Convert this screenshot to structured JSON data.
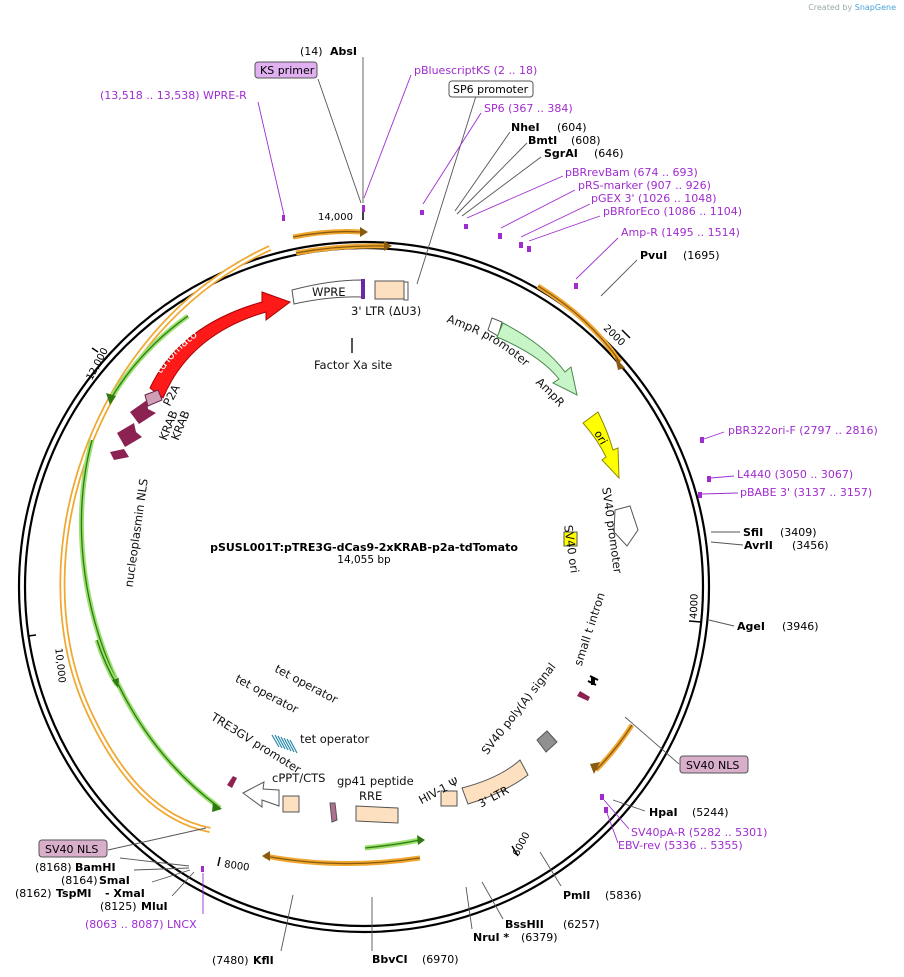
{
  "credit": {
    "prefix": "Created by",
    "brand": "SnapGene"
  },
  "plasmid": {
    "name": "pSUSL001T:pTRE3G-dCas9-2xKRAB-p2a-tdTomato",
    "length": "14,055 bp"
  },
  "ruler": {
    "t14000": "14,000",
    "t2000": "2000",
    "t4000": "4000",
    "t6000": "6000",
    "t8000": "8000",
    "t10000": "10,000",
    "t12000": "12,000"
  },
  "enzymes": {
    "absi": {
      "name": "AbsI",
      "pos": "(14)"
    },
    "nhei": {
      "name": "NheI",
      "pos": "(604)"
    },
    "bmti": {
      "name": "BmtI",
      "pos": "(608)"
    },
    "sgrai": {
      "name": "SgrAI",
      "pos": "(646)"
    },
    "pvui": {
      "name": "PvuI",
      "pos": "(1695)"
    },
    "sfii": {
      "name": "SfiI",
      "pos": "(3409)"
    },
    "avrii": {
      "name": "AvrII",
      "pos": "(3456)"
    },
    "agei": {
      "name": "AgeI",
      "pos": "(3946)"
    },
    "hpai": {
      "name": "HpaI",
      "pos": "(5244)"
    },
    "pmli": {
      "name": "PmlI",
      "pos": "(5836)"
    },
    "bsshii": {
      "name": "BssHII",
      "pos": "(6257)"
    },
    "nrui": {
      "name": "NruI *",
      "pos": "(6379)"
    },
    "bbvci": {
      "name": "BbvCI",
      "pos": "(6970)"
    },
    "kfli": {
      "name": "KflI",
      "pos": "(7480)"
    },
    "mlui": {
      "name": "MluI",
      "pos": "(8125)"
    },
    "tspmi": {
      "name": "TspMI",
      "pos": "(8162)"
    },
    "xmai": {
      "name": "- XmaI",
      "pos": ""
    },
    "smai": {
      "name": "SmaI",
      "pos": "(8164)"
    },
    "bamhi": {
      "name": "BamHI",
      "pos": "(8168)"
    }
  },
  "primers": {
    "pbluescriptks": "pBluescriptKS    (2 .. 18)",
    "sp6": "SP6    (367 .. 384)",
    "pbrrevbam": "pBRrevBam    (674 .. 693)",
    "prsmarker": "pRS-marker    (907 .. 926)",
    "pgex3": "pGEX 3'    (1026 .. 1048)",
    "pbrforeco": "pBRforEco    (1086 .. 1104)",
    "ampr": "Amp-R    (1495 .. 1514)",
    "pbr322ori": "pBR322ori-F    (2797 .. 2816)",
    "l4440": "L4440    (3050 .. 3067)",
    "pbabe3": "pBABE 3'    (3137 .. 3157)",
    "sv40par": "SV40pA-R    (5282 .. 5301)",
    "ebvrev": "EBV-rev    (5336 .. 5355)",
    "lncx": "(8063 .. 8087)  LNCX",
    "wprer": "(13,518 .. 13,538)  WPRE-R"
  },
  "boxed": {
    "ksprimer": "KS primer",
    "sp6promoter": "SP6 promoter",
    "sv40nls_right": "SV40 NLS",
    "sv40nls_left": "SV40 NLS"
  },
  "features": {
    "wpre": "WPRE",
    "ltr3du3": "3' LTR (ΔU3)",
    "factorxa": "Factor Xa site",
    "tdtomato": "tdTomato",
    "p2a": "P2A",
    "krab1": "KRAB",
    "krab2": "KRAB",
    "nlsnuc": "nucleoplasmin NLS",
    "amprpromoter": "AmpR promoter",
    "ampr": "AmpR",
    "ori": "ori",
    "sv40promoter": "SV40 promoter",
    "sv40ori": "SV40 ori",
    "smallt": "small t intron",
    "sv40polya": "SV40 poly(A) signal",
    "ltr3": "3' LTR",
    "hiv1psi": "HIV-1 Ψ",
    "rre": "RRE",
    "gp41": "gp41 peptide",
    "cppt": "cPPT/CTS",
    "tre3gv": "TRE3GV promoter",
    "tetop1": "tet operator",
    "tetop2": "tet operator",
    "tetop3": "tet operator"
  },
  "colors": {
    "orf_outline": "#f0a830",
    "green_arrow": "#2e9a1a",
    "primer": "#a02ccf",
    "tdtomato": "#ff1a1a",
    "krab": "#8b2252",
    "ampr": "#c8f5c8",
    "ori": "#ffff00",
    "ltr": "#fde0c0",
    "boxed_label": "#d8aecb"
  }
}
